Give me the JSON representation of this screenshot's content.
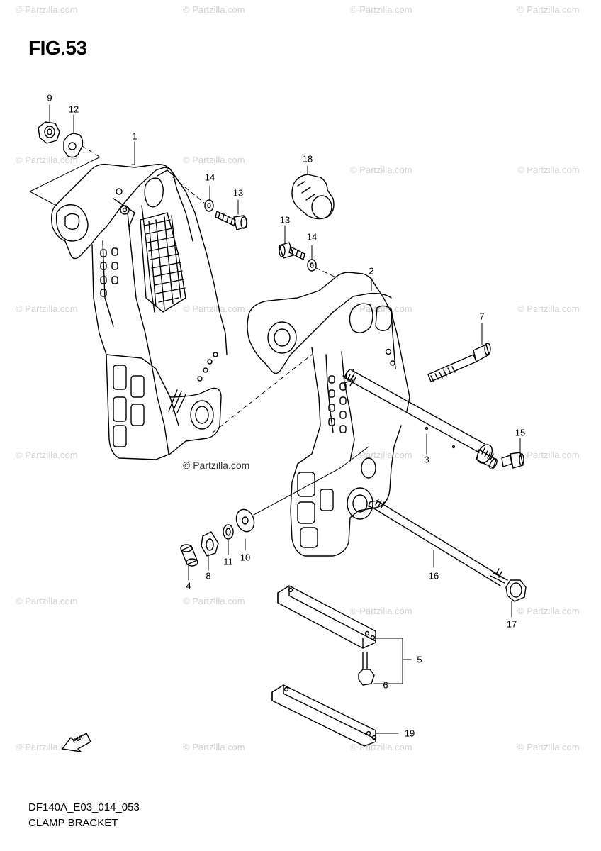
{
  "figure": {
    "title": "FIG.53",
    "model_code": "DF140A_E03_014_053",
    "name": "CLAMP BRACKET",
    "copyright": "© Partzilla.com",
    "watermark": "© Partzilla.com",
    "fwd_label": "FWD"
  },
  "callouts": [
    {
      "id": "1",
      "label": "1"
    },
    {
      "id": "2",
      "label": "2"
    },
    {
      "id": "3",
      "label": "3"
    },
    {
      "id": "4",
      "label": "4"
    },
    {
      "id": "5",
      "label": "5"
    },
    {
      "id": "6",
      "label": "6"
    },
    {
      "id": "7",
      "label": "7"
    },
    {
      "id": "8",
      "label": "8"
    },
    {
      "id": "9",
      "label": "9"
    },
    {
      "id": "10",
      "label": "10"
    },
    {
      "id": "11",
      "label": "11"
    },
    {
      "id": "12",
      "label": "12"
    },
    {
      "id": "13a",
      "label": "13"
    },
    {
      "id": "13b",
      "label": "13"
    },
    {
      "id": "14a",
      "label": "14"
    },
    {
      "id": "14b",
      "label": "14"
    },
    {
      "id": "15",
      "label": "15"
    },
    {
      "id": "16",
      "label": "16"
    },
    {
      "id": "17",
      "label": "17"
    },
    {
      "id": "18",
      "label": "18"
    },
    {
      "id": "19",
      "label": "19"
    }
  ]
}
